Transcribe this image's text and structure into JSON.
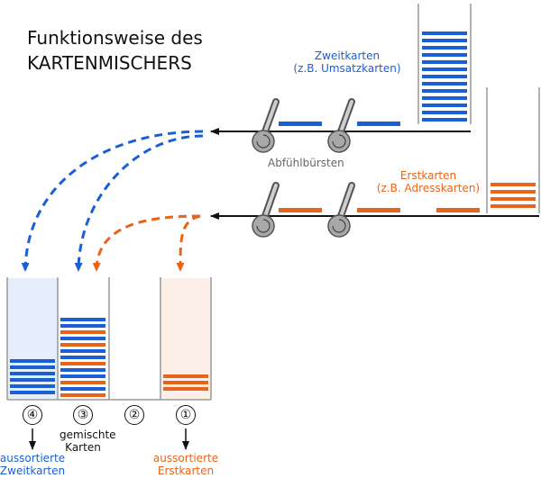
{
  "title": {
    "line1": "Funktionsweise des",
    "line2": "KARTENMISCHERS"
  },
  "labels": {
    "zweitkarten": "Zweitkarten",
    "zweitkarten_example": "(z.B. Umsatzkarten)",
    "erstkarten": "Erstkarten",
    "erstkarten_example": "(z.B. Adresskarten)",
    "brushes": "Abfühlbürsten",
    "mixed_line1": "gemischte",
    "mixed_line2": "Karten",
    "out4_line1": "aussortierte",
    "out4_line2": "Zweitkarten",
    "out1_line1": "aussortierte",
    "out1_line2": "Erstkarten"
  },
  "pockets": [
    {
      "number": "④"
    },
    {
      "number": "③"
    },
    {
      "number": "②"
    },
    {
      "number": "①"
    }
  ],
  "colors": {
    "blue": "#1a5fd6",
    "orange": "#e8641b",
    "pocket4_fill": "#e6edfb",
    "pocket1_fill": "#fcefe8",
    "line": "#111111",
    "grey": "#888888"
  },
  "icons": [
    "brush-roller-icon",
    "arrow-left-icon",
    "arrow-down-icon",
    "dashed-arrow-icon"
  ]
}
